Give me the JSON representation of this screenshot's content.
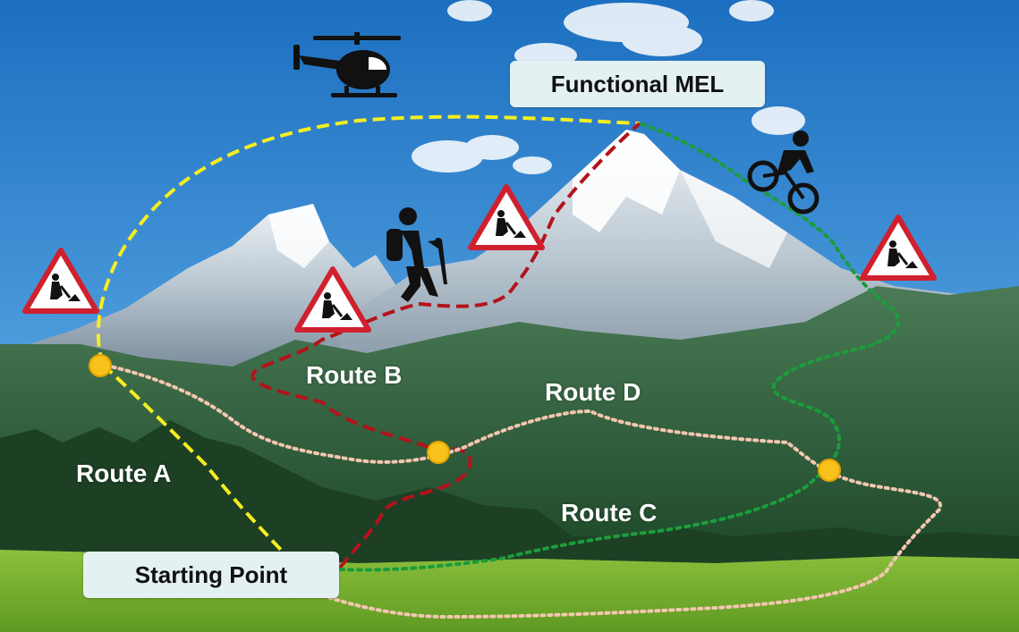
{
  "labels": {
    "goal": "Functional MEL",
    "start": "Starting Point",
    "route_a": "Route A",
    "route_b": "Route B",
    "route_c": "Route C",
    "route_d": "Route D"
  },
  "colors": {
    "route_a": "#f5ee20",
    "route_b": "#b3131b",
    "route_c": "#1c9c3c",
    "route_d": "#f4c6b0",
    "waypoint": "#f7c21a",
    "warning_sign": "#d0202e"
  },
  "icons": [
    "helicopter-icon",
    "hiker-icon",
    "cyclist-icon",
    "roadwork-warning-icon"
  ]
}
